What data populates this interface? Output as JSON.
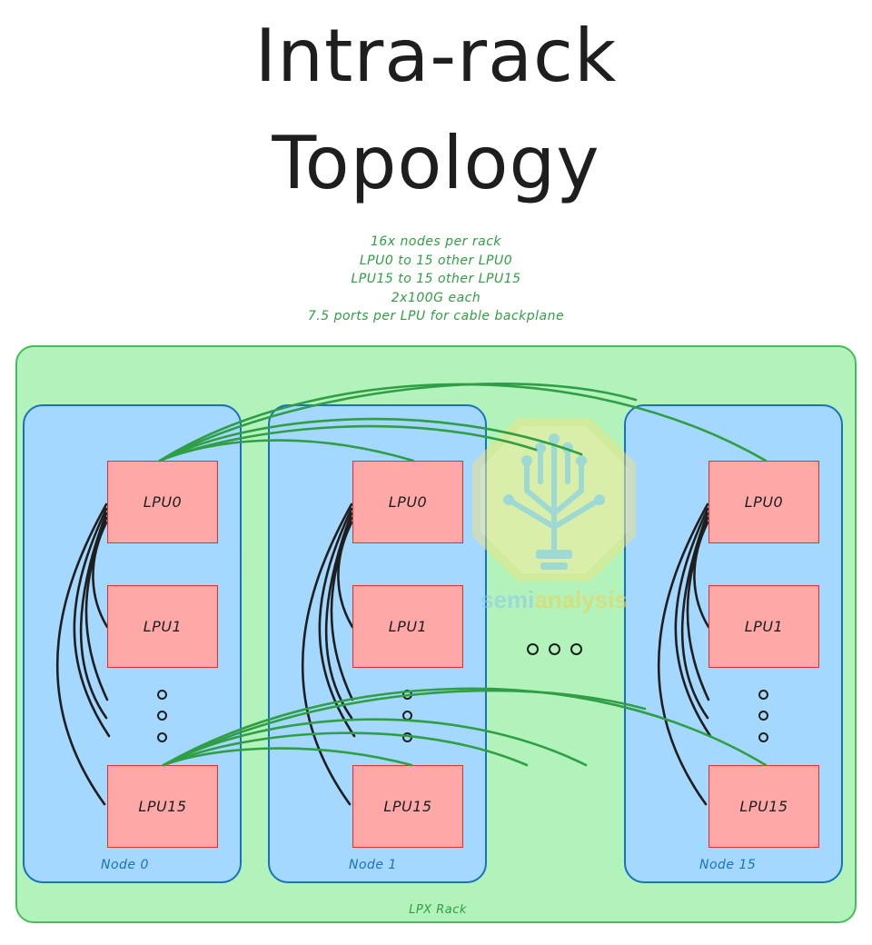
{
  "title_line1": "Intra-rack",
  "title_line2": "Topology",
  "notes": [
    "16x nodes per rack",
    "LPU0 to 15 other LPU0",
    "LPU15 to 15 other LPU15",
    "2x100G each",
    "7.5 ports per LPU for cable backplane"
  ],
  "rack_label": "LPX Rack",
  "nodes": [
    {
      "label": "Node 0",
      "lpus": [
        "LPU0",
        "LPU1",
        "LPU15"
      ]
    },
    {
      "label": "Node 1",
      "lpus": [
        "LPU0",
        "LPU1",
        "LPU15"
      ]
    },
    {
      "label": "Node 15",
      "lpus": [
        "LPU0",
        "LPU1",
        "LPU15"
      ]
    }
  ],
  "watermark": {
    "part1": "semi",
    "part2": "analysis"
  },
  "colors": {
    "rack_fill": "#b2f2bb",
    "node_fill": "#a5d8ff",
    "lpu_fill": "#ffa8a8",
    "inter_node_link": "#2f9e44",
    "intra_node_link": "#1e1e1e"
  }
}
